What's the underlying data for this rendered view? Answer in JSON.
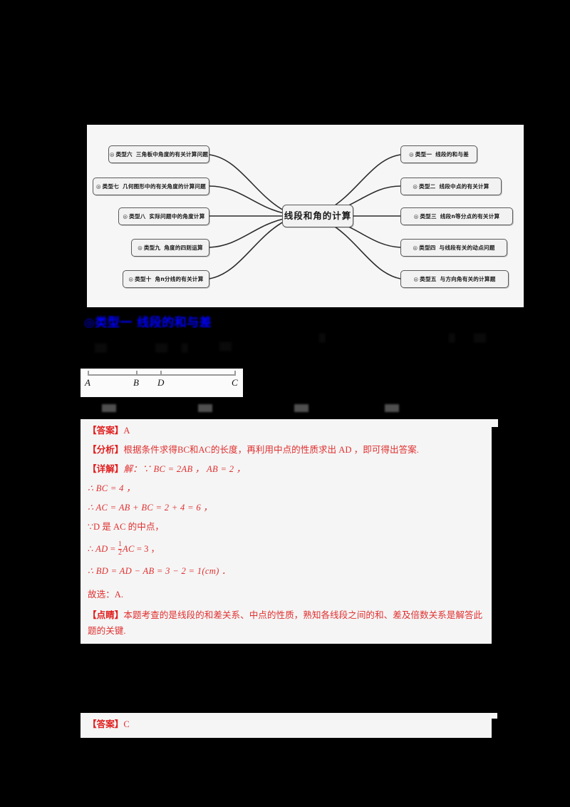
{
  "page": {
    "background_color": "#000000",
    "panel_color": "#f5f5f5",
    "accent_red": "#e03030",
    "accent_blue": "#0000ee"
  },
  "mindmap": {
    "center_label": "线段和角的计算",
    "bullet_glyph": "◎",
    "right_nodes": [
      {
        "num": "类型一",
        "text": "线段的和与差"
      },
      {
        "num": "类型二",
        "text": "线段中点的有关计算"
      },
      {
        "num": "类型三",
        "text": "线段n等分点的有关计算"
      },
      {
        "num": "类型四",
        "text": "与线段有关的动点问题"
      },
      {
        "num": "类型五",
        "text": "与方向角有关的计算题"
      }
    ],
    "left_nodes": [
      {
        "num": "类型六",
        "text": "三角板中角度的有关计算问题"
      },
      {
        "num": "类型七",
        "text": "几何图形中的有关角度的计算问题"
      },
      {
        "num": "类型八",
        "text": "实际问题中的角度计算"
      },
      {
        "num": "类型九",
        "text": "角度的四则运算"
      },
      {
        "num": "类型十",
        "text": "角n分线的有关计算"
      }
    ]
  },
  "section_heading": {
    "text": "◎类型一 线段的和与差",
    "color": "#0000ee"
  },
  "figure": {
    "point_labels": [
      "A",
      "B",
      "D",
      "C"
    ]
  },
  "solution": {
    "lines": [
      {
        "id": "answer",
        "tag": "【答案】",
        "body": "A"
      },
      {
        "id": "analysis",
        "tag": "【分析】",
        "body": "根据条件求得BC和AC的长度，再利用中点的性质求出 AD ，即可得出答案."
      },
      {
        "id": "detail",
        "tag": "【详解】",
        "body": "解：∵ BC = 2AB ， AB = 2 ，"
      },
      {
        "id": "step1",
        "tag": "",
        "body": "∴ BC = 4 ，"
      },
      {
        "id": "step2",
        "tag": "",
        "body": "∴ AC = AB + BC = 2 + 4 = 6 ，"
      },
      {
        "id": "step3",
        "tag": "",
        "body": "∵D 是 AC 的中点，"
      },
      {
        "id": "step4",
        "tag": "",
        "body": "∴ AD = 1/2 AC = 3 ，"
      },
      {
        "id": "step5",
        "tag": "",
        "body": "∴ BD = AD − AB = 3 − 2 = 1(cm) ．"
      },
      {
        "id": "choose",
        "tag": "",
        "body": "故选：A."
      },
      {
        "id": "note",
        "tag": "【点睛】",
        "body": "本题考查的是线段的和差关系、中点的性质，熟知各线段之间的和、差及倍数关系是解答此题的关键."
      }
    ],
    "step4_parts": {
      "prefix": "∴ ",
      "var_ad": "AD",
      "eq": " = ",
      "frac_num": "1",
      "frac_den": "2",
      "var_ac": "AC",
      "suffix": " = 3 ，"
    }
  },
  "bottom_answer": {
    "tag": "【答案】",
    "value": "C"
  }
}
